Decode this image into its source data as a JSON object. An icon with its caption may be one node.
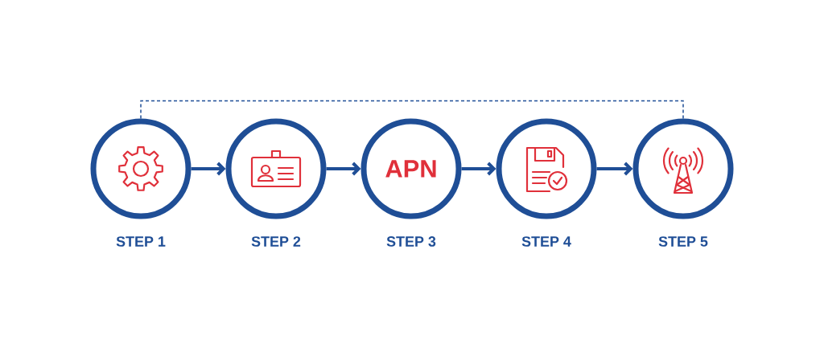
{
  "diagram": {
    "nodes": [
      {
        "text": [],
        "shape": "circle",
        "beside": [
          "STEP 1"
        ]
      },
      {
        "text": [],
        "shape": "circle",
        "beside": [
          "STEP 2"
        ]
      },
      {
        "text": [
          "APN"
        ],
        "beside": [
          "STEP 3"
        ]
      },
      {
        "text": [],
        "shape": "circle",
        "beside": [
          "STEP 4"
        ]
      },
      {
        "text": [],
        "shape": "circle",
        "beside": [
          "STEP 5"
        ]
      }
    ],
    "edges": [
      {
        "from": 0,
        "to": 1,
        "arrow": "to"
      },
      {
        "from": 1,
        "to": 2,
        "arrow": "to"
      },
      {
        "from": 2,
        "to": 3,
        "arrow": "to"
      },
      {
        "from": 3,
        "to": 4,
        "arrow": "to"
      },
      {
        "from": 0,
        "to": 4,
        "arrow": "none",
        "style": "dashed"
      }
    ]
  }
}
